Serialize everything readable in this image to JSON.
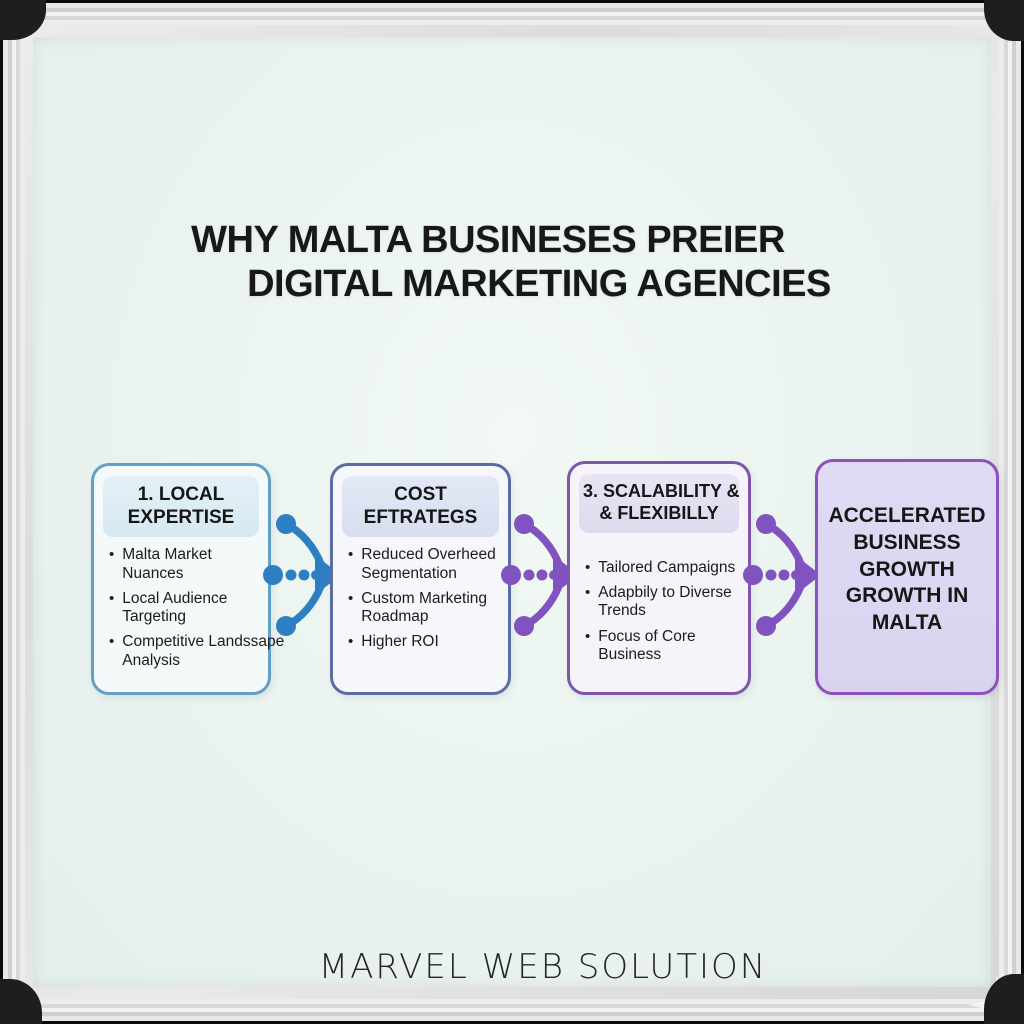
{
  "title": {
    "line1": "WHY MALTA BUSINESES PREIER",
    "line2": "DIGITAL MARKETING AGENCIES"
  },
  "boxes": [
    {
      "header_line1": "1. LOCAL",
      "header_line2": "EXPERTISE",
      "border_color": "#63a0c8",
      "header_bg": "#d7e8f2",
      "bullets": [
        {
          "l1": "Malta Market",
          "l2": "Nuances"
        },
        {
          "l1": "Local Audience",
          "l2": "Targeting"
        },
        {
          "l1": "Competitive Landssape",
          "l2": "Analysis"
        }
      ]
    },
    {
      "header_line1": "COST",
      "header_line2": "EFTRATEGS",
      "border_color": "#5c6da4",
      "header_bg": "#d7dff0",
      "bullets": [
        {
          "l1": "Reduced Overheed",
          "l2": "Segmentation"
        },
        {
          "l1": "Custom Marketing",
          "l2": "Roadmap"
        },
        {
          "l1": "Higher ROI",
          "l2": ""
        }
      ]
    },
    {
      "header_line1": "3. SCALABILITY &",
      "header_line2": "& FLEXIBILLY",
      "border_color": "#7e57ab",
      "header_bg": "#dfd9ee",
      "bullets": [
        {
          "l1": "Tailored Campaigns",
          "l2": ""
        },
        {
          "l1": "Adapbily to Diverse",
          "l2": "Trends"
        },
        {
          "l1": "Focus of Core",
          "l2": "Business"
        }
      ]
    }
  ],
  "result_box": {
    "line1": "ACCELERATED",
    "line2": "BUSINESS",
    "line3": "GROWTH",
    "line4": "GROWTH IN",
    "line5": "MALTA",
    "border_color": "#8d51bd",
    "fill_color": "#dcd6f1"
  },
  "arrows": [
    {
      "name": "arrow-1",
      "color": "#2d7fc4"
    },
    {
      "name": "arrow-2",
      "color": "#8153c0"
    },
    {
      "name": "arrow-3",
      "color": "#8153c0"
    }
  ],
  "footer": {
    "brand": "MARVEL WEB SOLUTION"
  },
  "icons": {
    "flow_arrow": "branching-dotted-right-arrow",
    "sparkle": "four-point-star"
  }
}
